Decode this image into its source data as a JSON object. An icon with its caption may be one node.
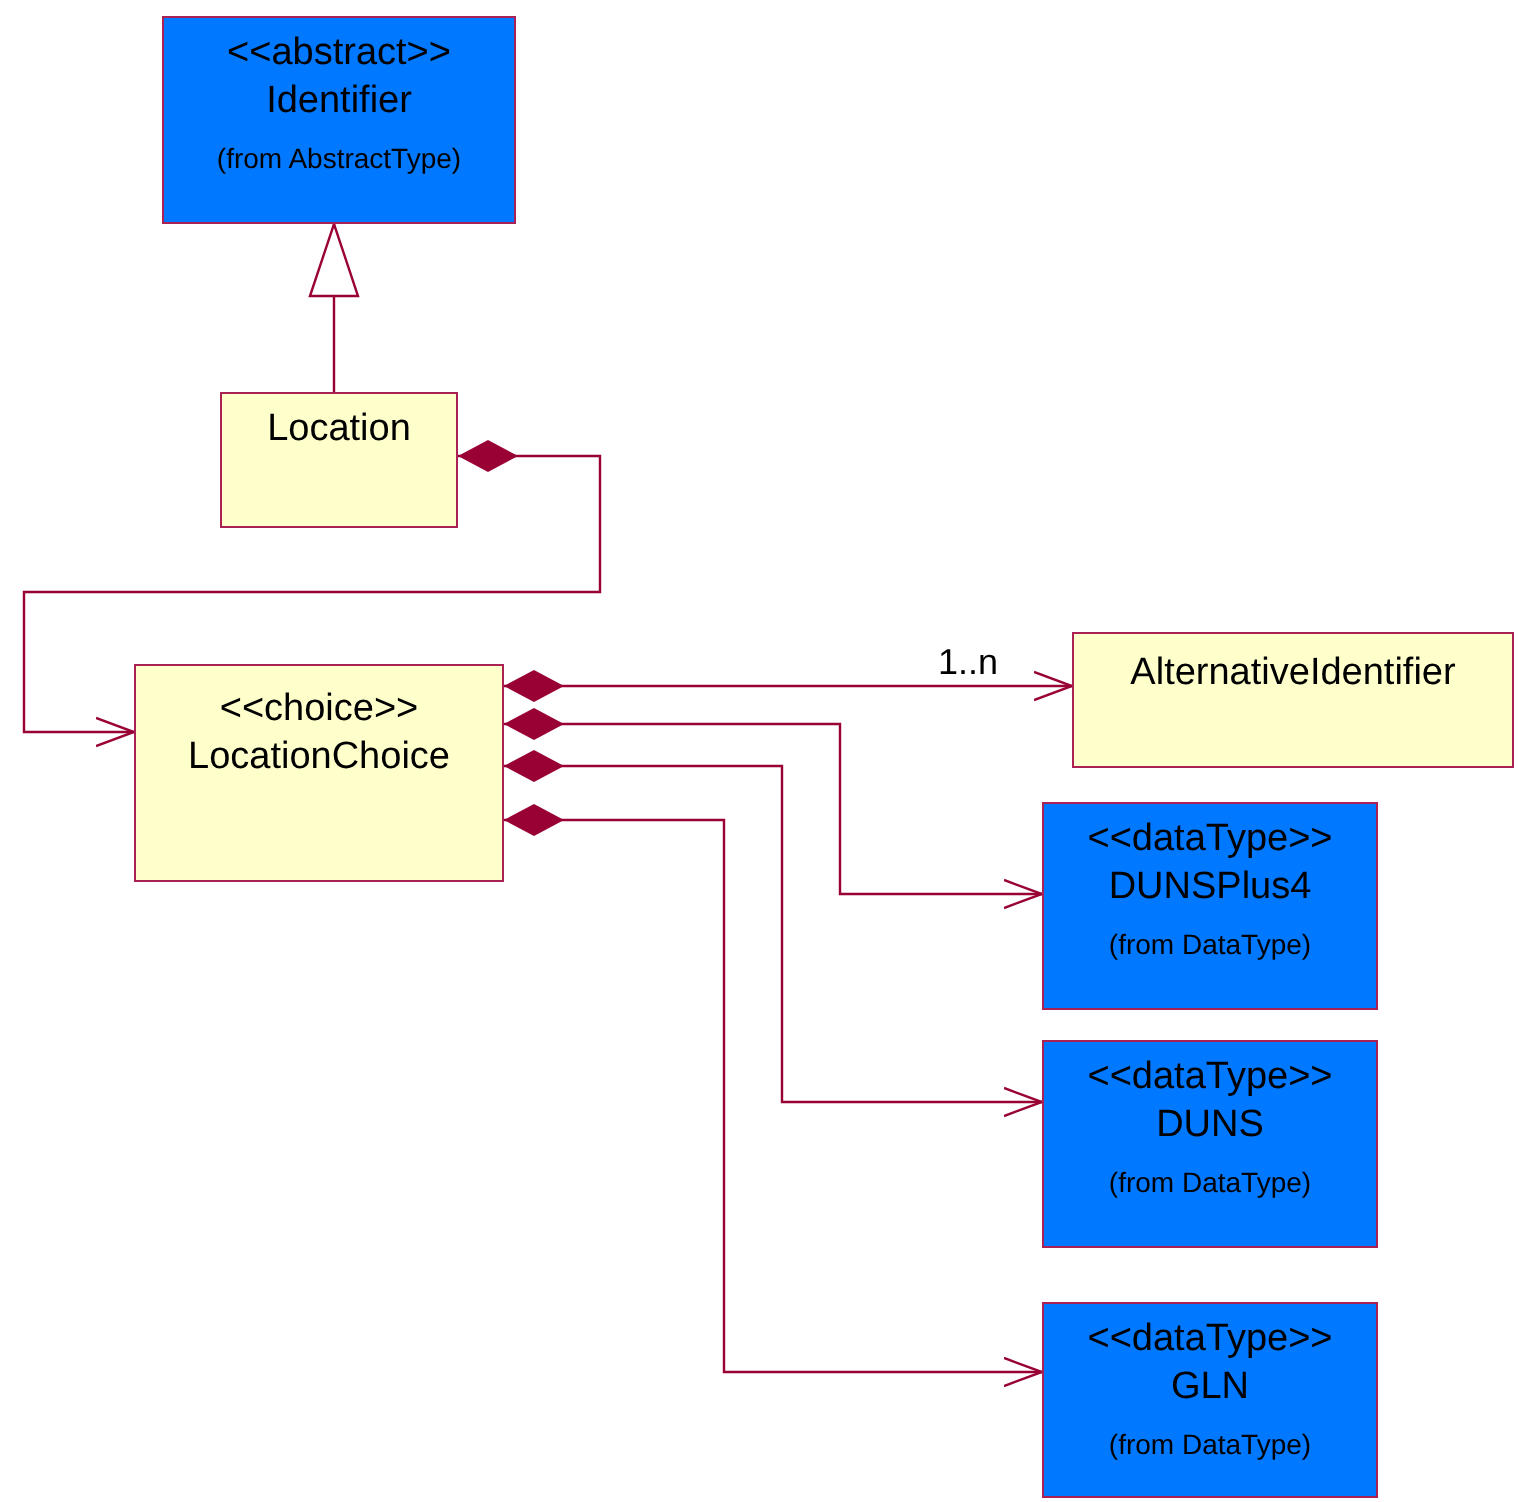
{
  "diagram": {
    "nodes": [
      {
        "text": [
          "<<abstract>>",
          "Identifier",
          "(from AbstractType)"
        ]
      },
      {
        "text": [
          "Location"
        ]
      },
      {
        "text": [
          "<<choice>>",
          "LocationChoice"
        ]
      },
      {
        "text": [
          "AlternativeIdentifier"
        ]
      },
      {
        "text": [
          "<<dataType>>",
          "DUNSPlus4",
          "(from DataType)"
        ]
      },
      {
        "text": [
          "<<dataType>>",
          "DUNS",
          "(from DataType)"
        ]
      },
      {
        "text": [
          "<<dataType>>",
          "GLN",
          "(from DataType)"
        ]
      }
    ],
    "edges": [
      {
        "from": 1,
        "to": 0,
        "arrow": "to"
      },
      {
        "from": 1,
        "to": 2,
        "arrow": "to"
      },
      {
        "from": 2,
        "to": 3,
        "arrow": "to",
        "label": "1..n"
      },
      {
        "from": 2,
        "to": 4,
        "arrow": "to"
      },
      {
        "from": 2,
        "to": 5,
        "arrow": "to"
      },
      {
        "from": 2,
        "to": 6,
        "arrow": "to"
      }
    ]
  }
}
